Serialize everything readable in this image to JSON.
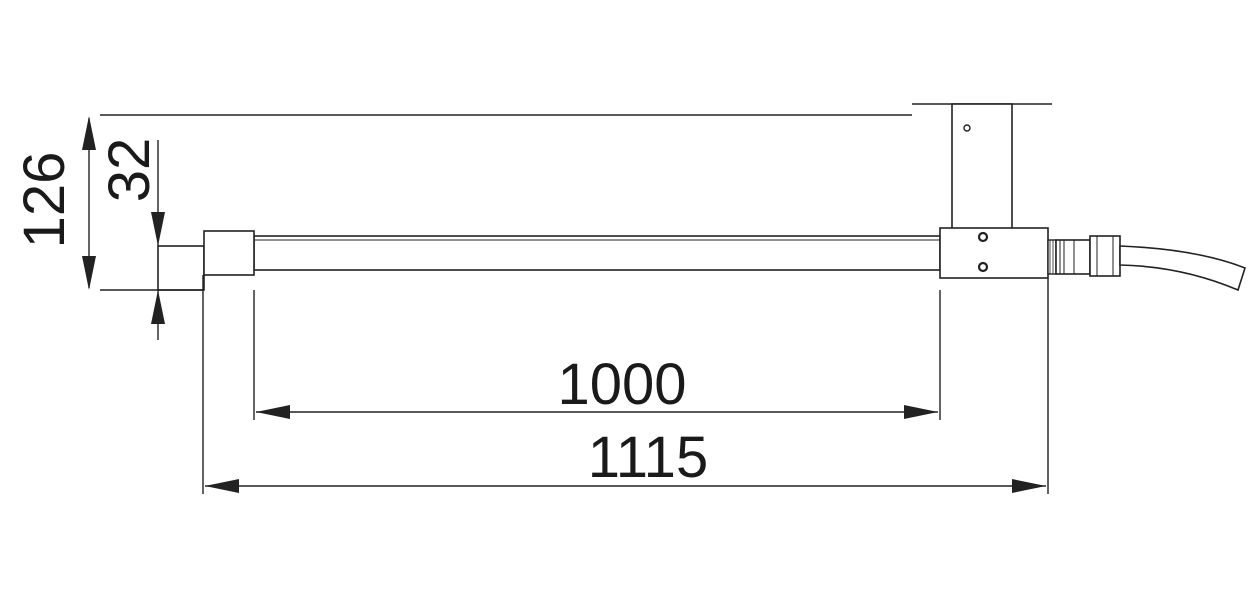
{
  "dimensions": {
    "total_height": "126",
    "tube_height": "32",
    "active_length": "1000",
    "overall_length": "1115"
  },
  "colors": {
    "stroke": "#222222",
    "background": "#ffffff"
  }
}
